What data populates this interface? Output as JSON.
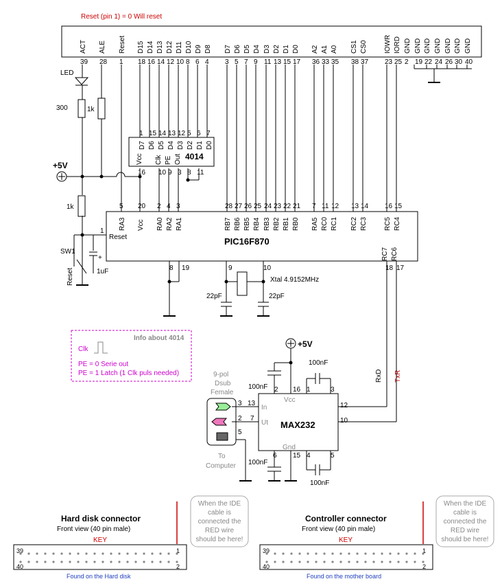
{
  "colors": {
    "red": "#cc0000",
    "blue": "#1f3fbf",
    "magenta": "#cc00cc",
    "grey": "#888888",
    "green_arrow": "#99ee99",
    "pink_arrow": "#ee77bb"
  },
  "reset_note": "Reset (pin 1) = 0  Will reset",
  "ide": {
    "labels": [
      "ACT",
      "ALE",
      "Reset",
      "D15",
      "D14",
      "D13",
      "D12",
      "D11",
      "D10",
      "D9",
      "D8",
      "D7",
      "D6",
      "D5",
      "D4",
      "D3",
      "D2",
      "D1",
      "D0",
      "A2",
      "A1",
      "A0",
      "CS1",
      "CS0",
      "IOWR",
      "IORD",
      "GND",
      "GND",
      "GND",
      "GND",
      "GND",
      "GND",
      "GND"
    ],
    "pins": [
      "39",
      "28",
      "1",
      "18",
      "16",
      "14",
      "12",
      "10",
      "8",
      "6",
      "4",
      "3",
      "5",
      "7",
      "9",
      "11",
      "13",
      "15",
      "17",
      "36",
      "33",
      "35",
      "38",
      "37",
      "23",
      "25",
      "2",
      "19",
      "22",
      "24",
      "26",
      "30",
      "40"
    ]
  },
  "led": {
    "label": "LED",
    "r1": "300",
    "r2": "1k"
  },
  "power": {
    "vcc": "+5V",
    "r3": "1k"
  },
  "sw": {
    "name": "SW1",
    "reset": "Reset",
    "cap": "1uF",
    "plus": "+"
  },
  "ic4014": {
    "name": "4014",
    "top_labels": [
      "Vcc",
      "D7",
      "D6",
      "D5",
      "D4",
      "D3",
      "D2",
      "D1",
      "D0"
    ],
    "top_pins": [
      "1",
      "15",
      "14",
      "13",
      "12",
      "5",
      "6",
      "7"
    ],
    "bottom_labels": [
      "Clk",
      "PE",
      "Out"
    ],
    "bottom_pins": [
      "16",
      "10",
      "9",
      "3",
      "8",
      "11"
    ]
  },
  "pic": {
    "name": "PIC16F870",
    "reset_label": "Reset",
    "reset_pin": "1",
    "top_labels": [
      "RA3",
      "Vcc",
      "RA0",
      "RA2",
      "RA1",
      "RB7",
      "RB6",
      "RB5",
      "RB4",
      "RB3",
      "RB2",
      "RB1",
      "RB0",
      "RA5",
      "RC0",
      "RC1",
      "RC2",
      "RC3",
      "RC5",
      "RC4"
    ],
    "top_pins": [
      "5",
      "20",
      "2",
      "4",
      "3",
      "28",
      "27",
      "26",
      "25",
      "24",
      "23",
      "22",
      "21",
      "7",
      "11",
      "12",
      "13",
      "14",
      "16",
      "15"
    ],
    "right_labels": [
      "RC7",
      "RC6"
    ],
    "bottom_pins": [
      "8",
      "19",
      "9",
      "10",
      "18",
      "17"
    ]
  },
  "xtal": {
    "label": "Xtal 4.9152MHz",
    "c1": "22pF",
    "c2": "22pF"
  },
  "info": {
    "title": "Info about 4014",
    "clk": "Clk",
    "pe0": "PE = 0 Serie out",
    "pe1": "PE = 1 Latch (1 Clk puls needed)"
  },
  "max": {
    "name": "MAX232",
    "vcc": "+5V",
    "vcc_label": "Vcc",
    "gnd": "Gnd",
    "in": "In",
    "ut": "Ut",
    "caps": [
      "100nF",
      "100nF",
      "100nF",
      "100nF"
    ],
    "pins": [
      "16",
      "2",
      "1",
      "3",
      "12",
      "10",
      "6",
      "15",
      "4",
      "5"
    ]
  },
  "dsub": {
    "label1": "9-pol",
    "label2": "Dsub",
    "label3": "Female",
    "to1": "To",
    "to2": "Computer",
    "pins": [
      "3",
      "13",
      "2",
      "7",
      "5"
    ]
  },
  "wires": {
    "rxd": "RxD",
    "txr": "TxR"
  },
  "hd": {
    "title": "Hard disk connector",
    "sub": "Front view (40 pin male)",
    "key": "KEY",
    "found": "Found on the Hard disk",
    "n39": "39",
    "n1": "1",
    "n40": "40",
    "n2": "2"
  },
  "ctrl": {
    "title": "Controller connector",
    "sub": "Front view (40 pin male)",
    "key": "KEY",
    "found": "Found on the mother board",
    "n39": "39",
    "n1": "1",
    "n40": "40",
    "n2": "2"
  },
  "note": {
    "line1": "When the IDE",
    "line2": "cable is",
    "line3": "connected the",
    "line4": "RED wire",
    "line5": "should be here!"
  }
}
